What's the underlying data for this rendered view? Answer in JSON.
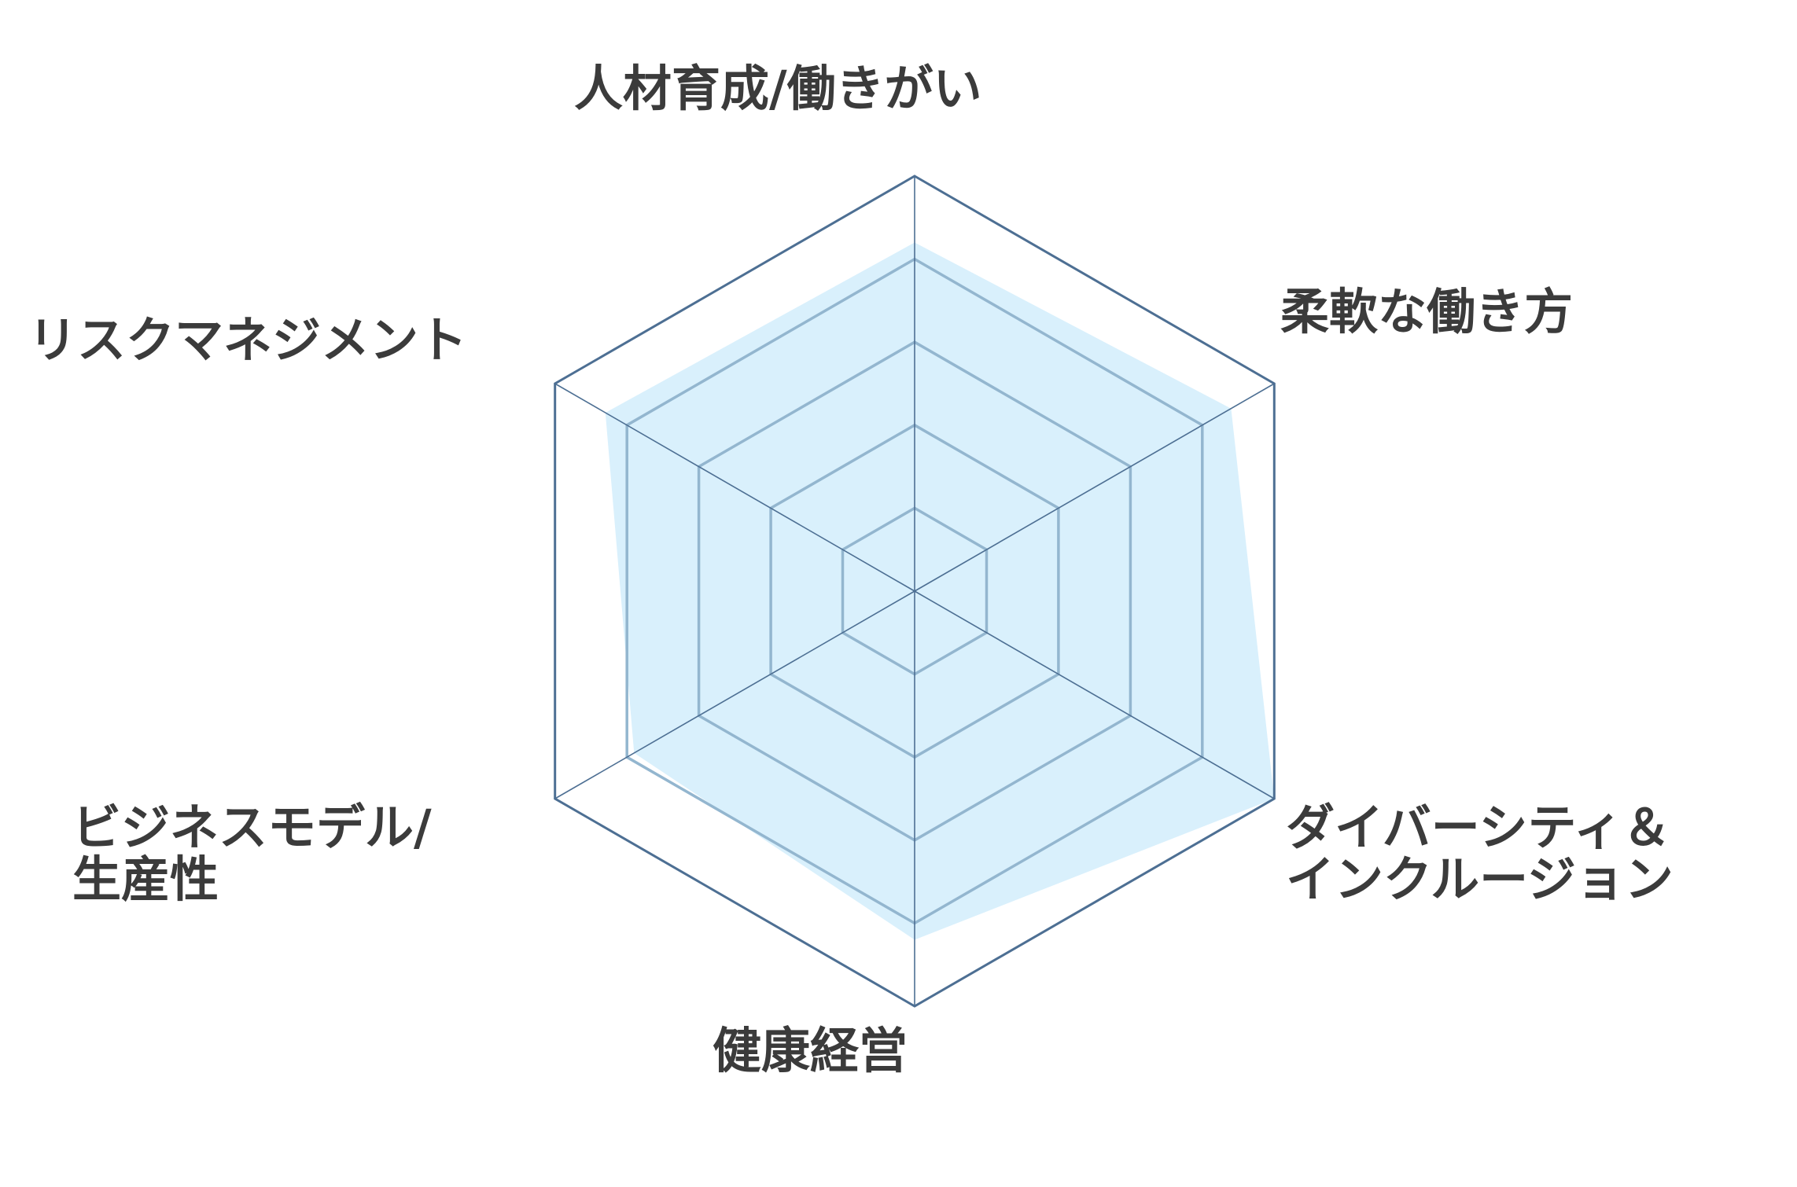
{
  "chart_data": {
    "type": "radar",
    "axes": [
      "人材育成/働きがい",
      "柔軟な働き方",
      "ダイバーシティ＆\nインクルージョン",
      "健康経営",
      "ビジネスモデル/\n生産性",
      "リスクマネジメント"
    ],
    "series": [
      {
        "values": [
          4.2,
          4.4,
          5.0,
          4.2,
          3.9,
          4.3
        ]
      }
    ],
    "rlim": [
      0,
      5
    ],
    "ring_levels": [
      1,
      2,
      3,
      4,
      5
    ],
    "grid": true,
    "legend": false,
    "colors": {
      "fill": "#d9f0fc",
      "outer_ring": "#4d6f93",
      "inner_rings": "#93b6cf",
      "spokes": "#4d6f93",
      "label_text": "#3b3b3b"
    }
  }
}
